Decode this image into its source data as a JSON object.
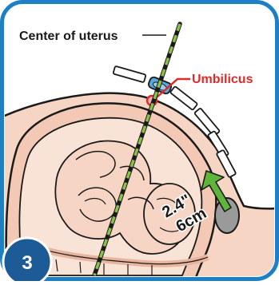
{
  "labels": {
    "center_of_uterus": "Center of uterus",
    "umbilicus": "Umbilicus",
    "distance_in": "2.4\"",
    "distance_cm": "6cm",
    "step_number": "3"
  },
  "colors": {
    "frame_blue": "#1d7fc4",
    "skin": "#f6d5c4",
    "skin_dark": "#e8b49e",
    "outline": "#1a1a1a",
    "umbilicus_red": "#e02a2a",
    "guide_green": "#8bc34a",
    "arrow_green": "#5fb43a",
    "device_blue": "#58a6dc",
    "gray_oval": "#9a9a9a",
    "step_badge": "#1d5b96"
  }
}
